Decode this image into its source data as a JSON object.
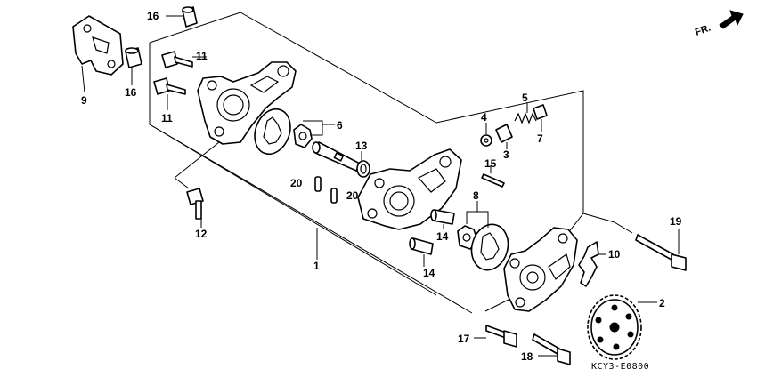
{
  "labels": {
    "l1": "1",
    "l2": "2",
    "l3": "3",
    "l4": "4",
    "l5": "5",
    "l6": "6",
    "l7": "7",
    "l8": "8",
    "l9": "9",
    "l10": "10",
    "l11a": "11",
    "l11b": "11",
    "l12": "12",
    "l13": "13",
    "l14a": "14",
    "l14b": "14",
    "l15": "15",
    "l16a": "16",
    "l16b": "16",
    "l17": "17",
    "l18": "18",
    "l19": "19",
    "l20a": "20",
    "l20b": "20"
  },
  "direction": "FR.",
  "diagram_code": "KCY3-E0800"
}
